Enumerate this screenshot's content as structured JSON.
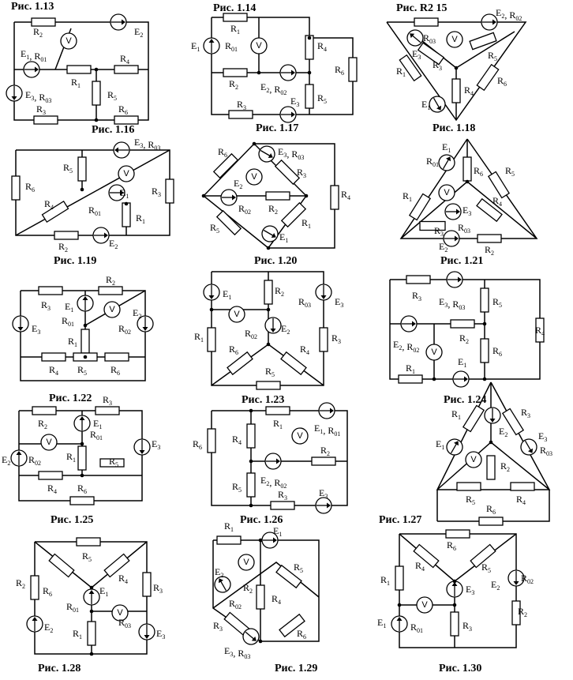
{
  "figures": [
    {
      "id": "fig-1-13",
      "caption": "Рис. 1.13",
      "labels": [
        "R2",
        "E2",
        "V",
        "E1, R01",
        "R1",
        "R4",
        "R5",
        "E3, R03",
        "R3",
        "R6"
      ]
    },
    {
      "id": "fig-1-14",
      "caption": "Рис. 1.14",
      "labels": [
        "R1",
        "E1",
        "R01",
        "V",
        "R4",
        "R6",
        "R2",
        "E2, R02",
        "R5",
        "E3",
        "R3"
      ]
    },
    {
      "id": "fig-1-15",
      "caption": "Рис. R2 15",
      "labels": [
        "E2, R02",
        "R03",
        "V",
        "E3",
        "R3",
        "R5",
        "R1",
        "R6",
        "R4",
        "E1"
      ]
    },
    {
      "id": "fig-1-16",
      "caption": "Рис. 1.16",
      "labels": []
    },
    {
      "id": "fig-1-17",
      "caption": "Рис. 1.17",
      "labels": []
    },
    {
      "id": "fig-1-18",
      "caption": "Рис. 1.18",
      "labels": []
    },
    {
      "id": "fig-1-19",
      "caption": "Рис. 1.19",
      "labels": [
        "E3, R03",
        "R5",
        "V",
        "R6",
        "R3",
        "R4",
        "E1",
        "R01",
        "R1",
        "R2",
        "E2"
      ]
    },
    {
      "id": "fig-1-20",
      "caption": "Рис. 1.20",
      "labels": [
        "R6",
        "E3, R03",
        "R3",
        "V",
        "E2",
        "R4",
        "R02",
        "R2",
        "R1",
        "R5",
        "E1"
      ]
    },
    {
      "id": "fig-1-21",
      "caption": "Рис. 1.21",
      "labels": [
        "E1",
        "R01",
        "R6",
        "R5",
        "V",
        "R1",
        "E3",
        "R4",
        "R3",
        "R03",
        "E2",
        "R2"
      ]
    },
    {
      "id": "fig-1-22",
      "caption": "Рис. 1.22",
      "labels": [
        "R2",
        "R3",
        "E1",
        "V",
        "E2",
        "E3",
        "R01",
        "R02",
        "R1",
        "R4",
        "R5",
        "R6"
      ]
    },
    {
      "id": "fig-1-23",
      "caption": "Рис. 1.23",
      "labels": [
        "E1",
        "R2",
        "R03",
        "E3",
        "V",
        "R1",
        "R02",
        "E2",
        "R3",
        "R6",
        "R4",
        "R5"
      ]
    },
    {
      "id": "fig-1-24",
      "caption": "Рис. 1.24",
      "labels": [
        "R2",
        "R3",
        "E3, R03",
        "R5",
        "R4",
        "E2, R02",
        "R2",
        "V",
        "R6",
        "E1",
        "R1"
      ]
    },
    {
      "id": "fig-1-25",
      "caption": "Рис. 1.25",
      "labels": [
        "R3",
        "R2",
        "E1",
        "R01",
        "E3",
        "V",
        "E2",
        "R02",
        "R1",
        "R5",
        "R4",
        "R6"
      ]
    },
    {
      "id": "fig-1-26",
      "caption": "Рис. 1.26",
      "labels": [
        "R1",
        "E1, R01",
        "R6",
        "R4",
        "V",
        "R2",
        "E2, R02",
        "R5",
        "R3",
        "E3"
      ]
    },
    {
      "id": "fig-1-27",
      "caption": "Рис. 1.27",
      "labels": [
        "R1",
        "R3",
        "E2",
        "E1",
        "E3",
        "R03",
        "V",
        "R2",
        "R5",
        "R4",
        "R6"
      ]
    },
    {
      "id": "fig-1-28",
      "caption": "Рис. 1.28",
      "labels": [
        "R5",
        "R6",
        "R4",
        "R2",
        "E1",
        "R3",
        "R01",
        "V",
        "E2",
        "R1",
        "R03",
        "E3"
      ]
    },
    {
      "id": "fig-1-29",
      "caption": "Рис. 1.29",
      "labels": [
        "R1",
        "E1",
        "V",
        "R5",
        "E2",
        "R2",
        "R4",
        "R02",
        "R3",
        "R6",
        "E3, R03"
      ]
    },
    {
      "id": "fig-1-30",
      "caption": "Рис. 1.30",
      "labels": [
        "R6",
        "R4",
        "R5",
        "R1",
        "E3",
        "E2",
        "R02",
        "V",
        "R2",
        "E1",
        "R01",
        "R3"
      ]
    }
  ]
}
